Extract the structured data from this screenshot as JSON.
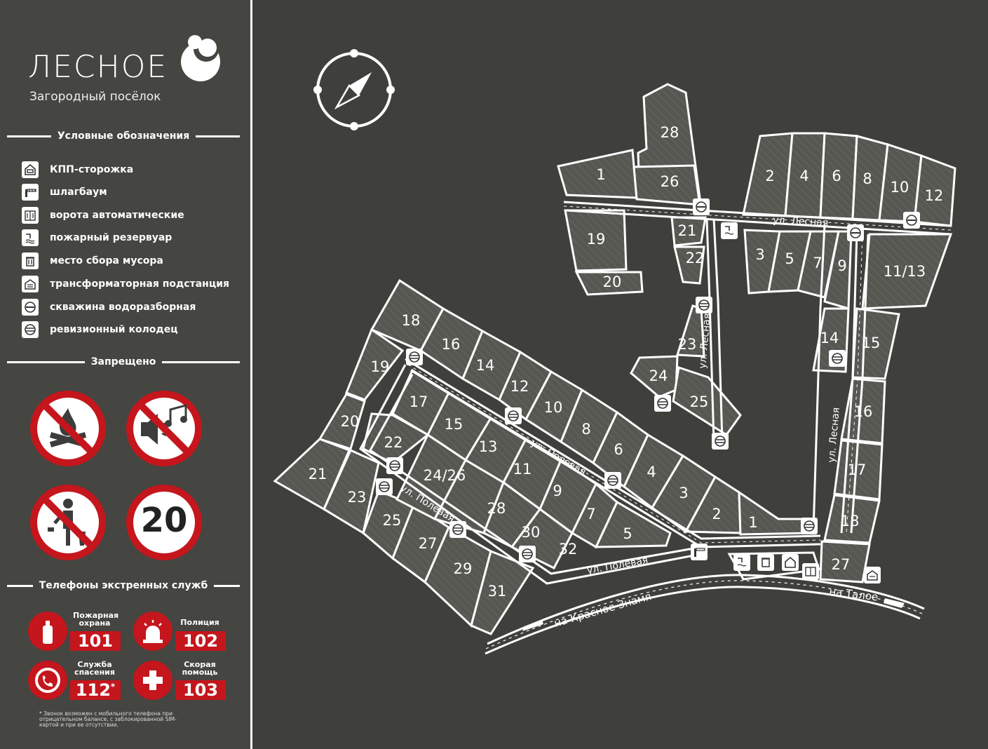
{
  "brand": {
    "name": "ЛЕСНОЕ",
    "subtitle": "Загородный посёлок"
  },
  "legend": {
    "title": "Условные обозначения",
    "items": [
      {
        "icon": "guardhouse-icon",
        "label": "КПП-сторожка"
      },
      {
        "icon": "barrier-icon",
        "label": "шлагбаум"
      },
      {
        "icon": "auto-gate-icon",
        "label": "ворота автоматические"
      },
      {
        "icon": "fire-reservoir-icon",
        "label": "пожарный резервуар"
      },
      {
        "icon": "trash-icon",
        "label": "место сбора мусора"
      },
      {
        "icon": "transformer-icon",
        "label": "трансформаторная подстанция"
      },
      {
        "icon": "water-well-icon",
        "label": "скважина водоразборная"
      },
      {
        "icon": "inspection-well-icon",
        "label": "ревизионный колодец"
      }
    ]
  },
  "forbidden": {
    "title": "Запрещено",
    "speed_limit": "20"
  },
  "emergency": {
    "title": "Телефоны экстренных служб",
    "services": [
      {
        "label": "Пожарная охрана",
        "number": "101"
      },
      {
        "label": "Полиция",
        "number": "102"
      },
      {
        "label": "Служба спасения",
        "number": "112",
        "mark": "*"
      },
      {
        "label": "Скорая помощь",
        "number": "103"
      }
    ],
    "footnote": "* Звонок возможен с мобильного телефона при отрицательном балансе, с заблокированной SIM-картой и при ее отсутствии."
  },
  "colors": {
    "background": "#3f3f3b",
    "plot": "#5a5a55",
    "line": "#ffffff",
    "accent_red": "#c4161c"
  },
  "map": {
    "streets": {
      "lesnaya_top": "ул. Лесная",
      "lesnaya_mid": "ул. Лесная",
      "lesnaya_right": "ул. Лесная",
      "polevaya_a": "ул. Полевая",
      "polevaya_b": "ул. Полевая",
      "polevaya_c": "ул. Полевая"
    },
    "roads": {
      "west": "на Красное Знамя",
      "east": "на Талое"
    },
    "plots": [
      "1",
      "2",
      "3",
      "4",
      "5",
      "6",
      "7",
      "8",
      "9",
      "10",
      "11",
      "12",
      "13",
      "14",
      "15",
      "16",
      "17",
      "18",
      "19",
      "20",
      "21",
      "22",
      "23",
      "24",
      "25",
      "26",
      "27",
      "28",
      "29",
      "30",
      "31",
      "32",
      "11/13",
      "24/26"
    ]
  }
}
